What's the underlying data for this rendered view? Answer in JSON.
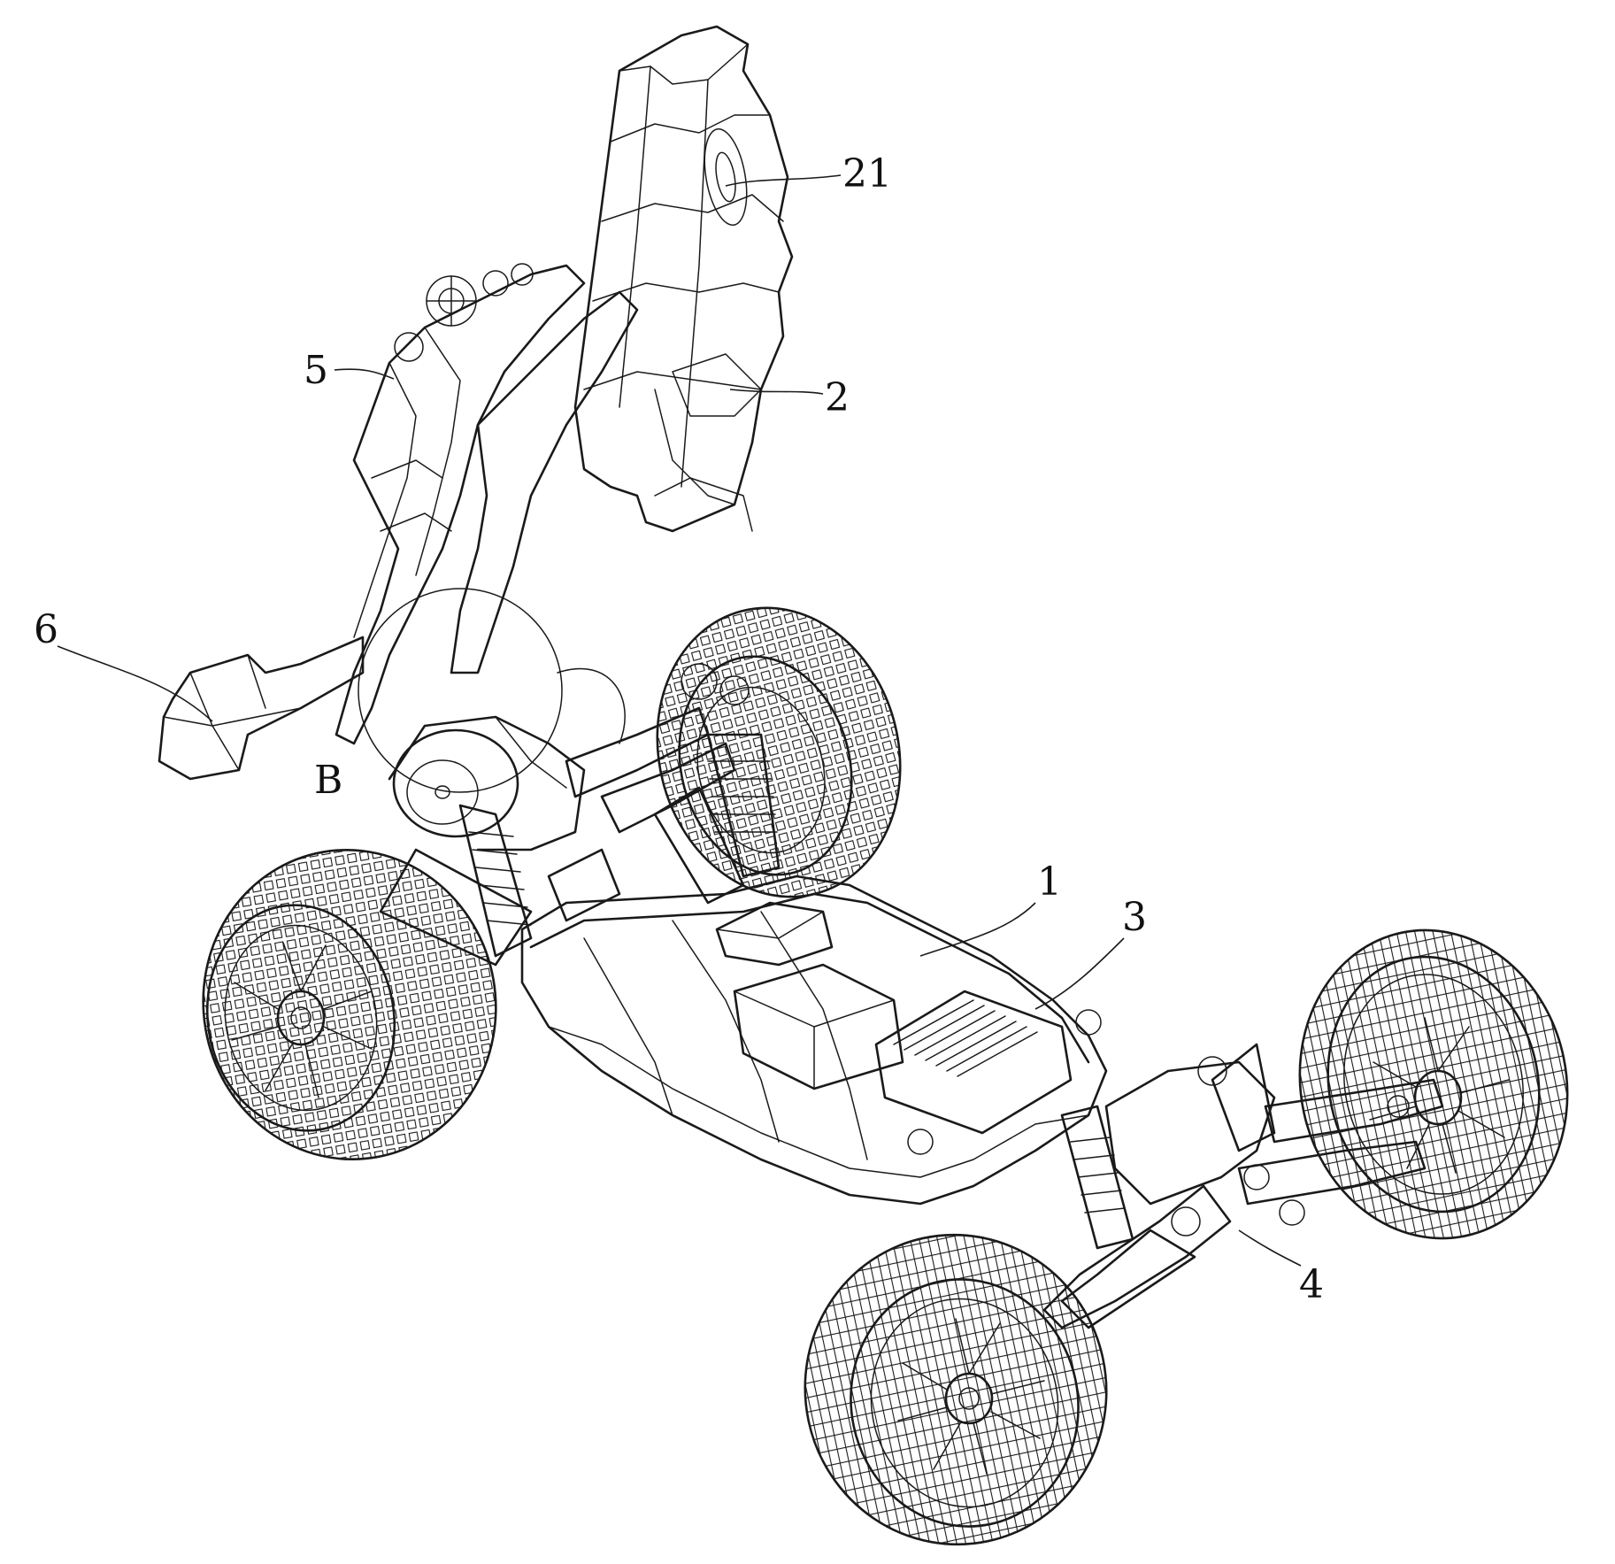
{
  "figure": {
    "labels": {
      "l21": "21",
      "l5": "5",
      "l2": "2",
      "l6": "6",
      "lB": "B",
      "l1": "1",
      "l3": "3",
      "l4": "4"
    }
  }
}
